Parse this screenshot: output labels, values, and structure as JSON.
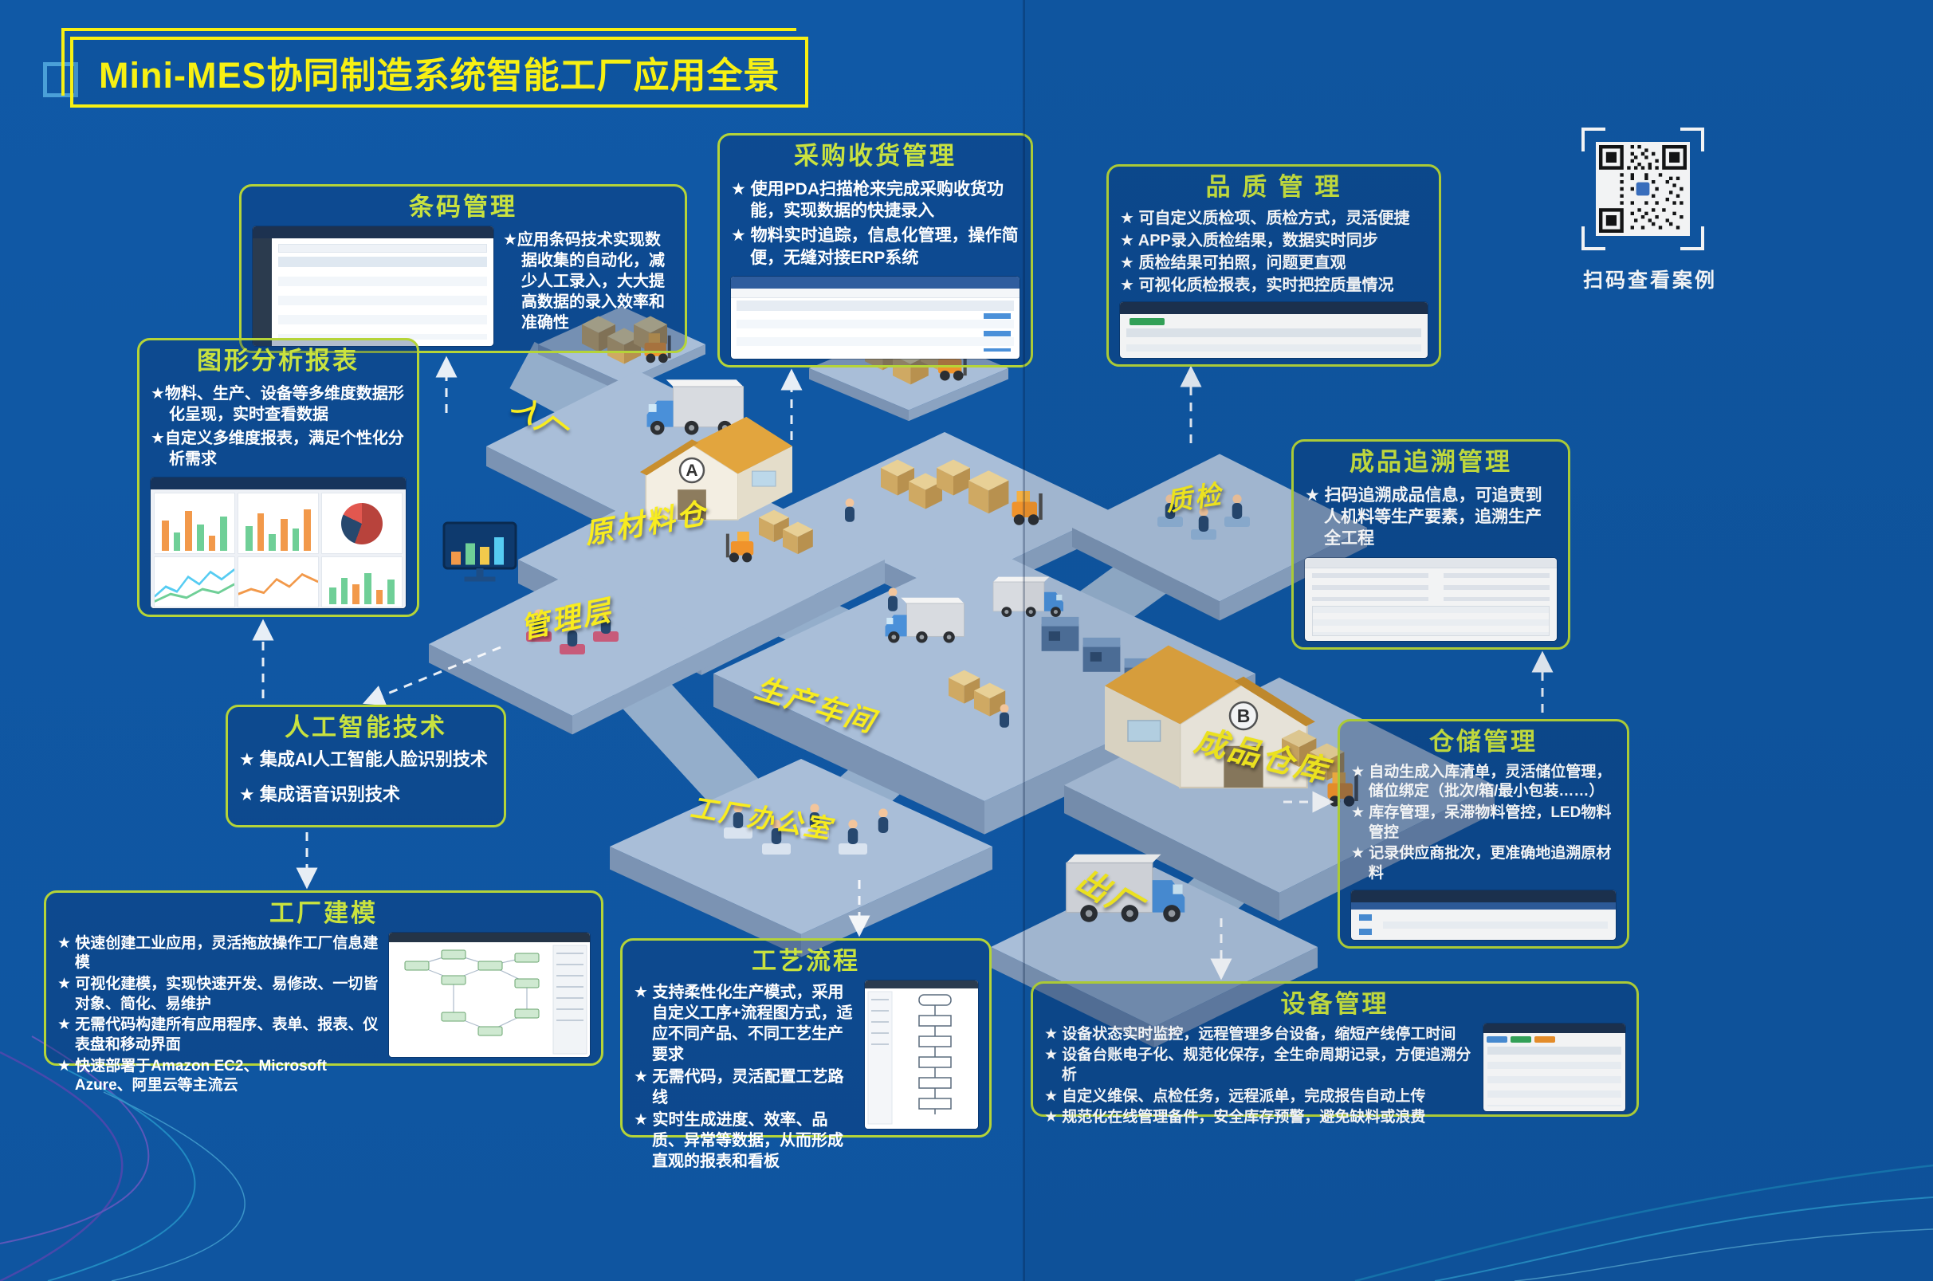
{
  "title": "Mini-MES协同制造系统智能工厂应用全景",
  "qr": {
    "caption": "扫码查看案例"
  },
  "callouts": {
    "barcode": {
      "title": "条码管理",
      "bullets": [
        "★应用条码技术实现数据收集的自动化，减少人工录入，大大提高数据的录入效率和准确性"
      ]
    },
    "purchase": {
      "title": "采购收货管理",
      "bullets": [
        "★ 使用PDA扫描枪来完成采购收货功能，实现数据的快捷录入",
        "★ 物料实时追踪，信息化管理，操作简便，无缝对接ERP系统"
      ]
    },
    "quality": {
      "title": "品 质 管 理",
      "bullets": [
        "★ 可自定义质检项、质检方式，灵活便捷",
        "★ APP录入质检结果，数据实时同步",
        "★ 质检结果可拍照，问题更直观",
        "★ 可视化质检报表，实时把控质量情况"
      ]
    },
    "charts": {
      "title": "图形分析报表",
      "bullets": [
        "★物料、生产、设备等多维度数据形化呈现，实时查看数据",
        "★自定义多维度报表，满足个性化分析需求"
      ]
    },
    "trace": {
      "title": "成品追溯管理",
      "bullets": [
        "★ 扫码追溯成品信息，可追责到人机料等生产要素，追溯生产全工程"
      ]
    },
    "ai": {
      "title": "人工智能技术",
      "bullets": [
        "★ 集成AI人工智能人脸识别技术",
        "★ 集成语音识别技术"
      ]
    },
    "warehouse": {
      "title": "仓储管理",
      "bullets": [
        "★ 自动生成入库清单，灵活储位管理，储位绑定（批次/箱/最小包装……）",
        "★ 库存管理，呆滞物料管控，LED物料管控",
        "★ 记录供应商批次，更准确地追溯原材料"
      ]
    },
    "modeling": {
      "title": "工厂建模",
      "bullets": [
        "★ 快速创建工业应用，灵活拖放操作工厂信息建模",
        "★ 可视化建模，实现快速开发、易修改、一切皆对象、简化、易维护",
        "★ 无需代码构建所有应用程序、表单、报表、仪表盘和移动界面",
        "★ 快速部署于Amazon EC2、Microsoft Azure、阿里云等主流云"
      ]
    },
    "process": {
      "title": "工艺流程",
      "bullets": [
        "★ 支持柔性化生产模式，采用自定义工序+流程图方式，适应不同产品、不同工艺生产要求",
        "★ 无需代码，灵活配置工艺路线",
        "★ 实时生成进度、效率、品质、异常等数据，从而形成直观的报表和看板"
      ]
    },
    "equipment": {
      "title": "设备管理",
      "bullets": [
        "★ 设备状态实时监控，远程管理多台设备，缩短产线停工时间",
        "★ 设备台账电子化、规范化保存，全生命周期记录，方便追溯分析",
        "★ 自定义维保、点检任务，远程派单，完成报告自动上传",
        "★ 规范化在线管理备件，安全库存预警，避免缺料或浪费"
      ]
    }
  },
  "scene": {
    "labels": {
      "entry": "入厂",
      "raw_warehouse": "原材料仓",
      "management": "管理层",
      "qc": "质检",
      "workshop": "生产车间",
      "office": "工厂办公室",
      "finished_warehouse": "成品仓库",
      "exit": "出厂"
    },
    "building_a": "A",
    "building_b": "B"
  },
  "colors": {
    "background": "#115aa6",
    "box_border": "#b5d438",
    "box_title": "#c9e23f",
    "main_title": "#f7f013",
    "scene_label": "#f8ec1f"
  }
}
